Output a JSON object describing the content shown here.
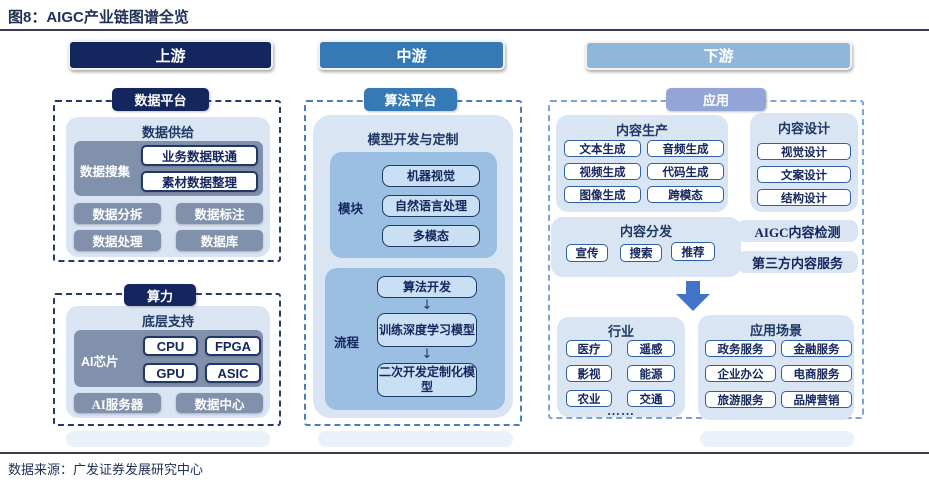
{
  "page": {
    "title": "图8：AIGC产业链图谱全览",
    "source": "数据来源：广发证券发展研究中心"
  },
  "stages": {
    "upstream": "上游",
    "midstream": "中游",
    "downstream": "下游"
  },
  "upstream": {
    "data_platform": {
      "badge": "数据平台",
      "title": "数据供给",
      "collect_group": {
        "label": "数据搜集",
        "items": [
          "业务数据联通",
          "素材数据整理"
        ]
      },
      "boxes": [
        "数据分拆",
        "数据标注",
        "数据处理",
        "数据库"
      ]
    },
    "computing": {
      "badge": "算力",
      "title": "底层支持",
      "chip_group": {
        "label": "AI芯片",
        "items": [
          "CPU",
          "FPGA",
          "GPU",
          "ASIC"
        ]
      },
      "boxes": [
        "AI服务器",
        "数据中心"
      ]
    }
  },
  "midstream": {
    "badge": "算法平台",
    "title": "模型开发与定制",
    "module_group": {
      "label": "模块",
      "items": [
        "机器视觉",
        "自然语言处理",
        "多模态"
      ]
    },
    "process_group": {
      "label": "流程",
      "steps": [
        "算法开发",
        "训练深度学习模型",
        "二次开发定制化模型"
      ],
      "arrow_glyph": "↓"
    }
  },
  "downstream": {
    "badge": "应用",
    "content_production": {
      "title": "内容生产",
      "items": [
        "文本生成",
        "音频生成",
        "视频生成",
        "代码生成",
        "图像生成",
        "跨模态"
      ]
    },
    "content_design": {
      "title": "内容设计",
      "items": [
        "视觉设计",
        "文案设计",
        "结构设计"
      ]
    },
    "content_distribution": {
      "title": "内容分发",
      "items": [
        "宣传",
        "搜索",
        "推荐"
      ]
    },
    "detection_bar": "AIGC内容检测",
    "third_party_bar": "第三方内容服务",
    "industries": {
      "title": "行业",
      "items": [
        "医疗",
        "遥感",
        "影视",
        "能源",
        "农业",
        "交通"
      ],
      "ellipsis": "……"
    },
    "scenarios": {
      "title": "应用场景",
      "items": [
        "政务服务",
        "金融服务",
        "企业办公",
        "电商服务",
        "旅游服务",
        "品牌营销"
      ]
    }
  },
  "colors": {
    "navy": "#14265E",
    "navy_border": "#1F3864",
    "mid_blue": "#3579B5",
    "light_blue_button": "#8FB7DC",
    "periwinkle_badge": "#92A5D6",
    "panel_light": "#DAE5F4",
    "slate_box": "#8191AC",
    "mid_inner_blue": "#9ABFE2",
    "mid_item_blue": "#C9DFF3",
    "big_arrow_blue": "#4273C8"
  }
}
